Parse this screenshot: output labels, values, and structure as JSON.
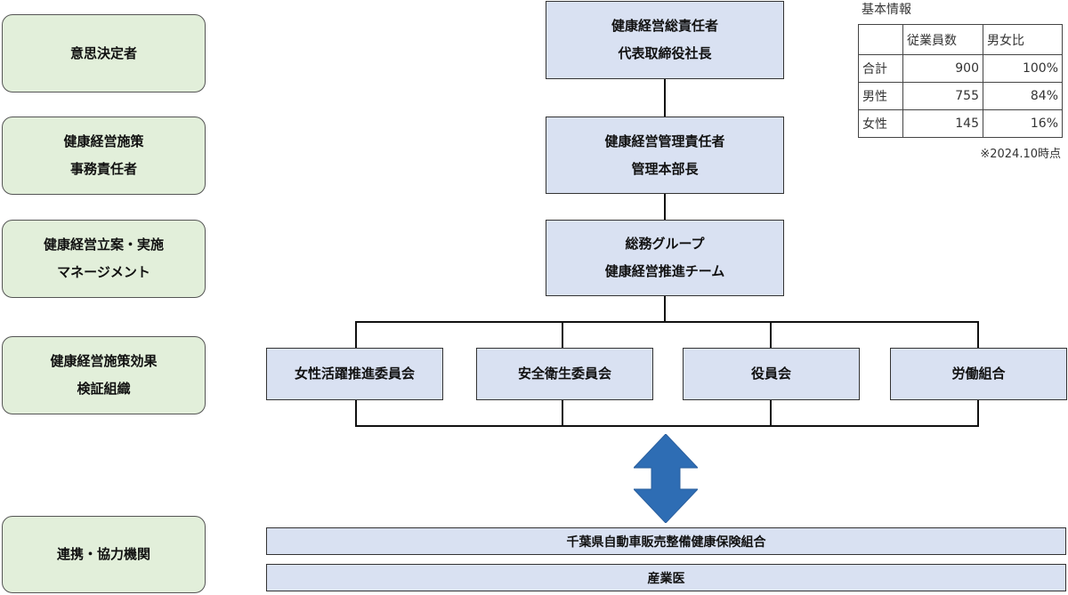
{
  "roles": [
    {
      "lines": [
        "意思決定者"
      ]
    },
    {
      "lines": [
        "健康経営施策",
        "事務責任者"
      ]
    },
    {
      "lines": [
        "健康経営立案・実施",
        "マネージメント"
      ]
    },
    {
      "lines": [
        "健康経営施策効果",
        "検証組織"
      ]
    },
    {
      "lines": [
        "連携・協力機関"
      ]
    }
  ],
  "org": {
    "top": {
      "lines": [
        "健康経営総責任者",
        "代表取締役社長"
      ]
    },
    "manager": {
      "lines": [
        "健康経営管理責任者",
        "管理本部長"
      ]
    },
    "team": {
      "lines": [
        "総務グループ",
        "健康経営推進チーム"
      ]
    },
    "committees": [
      "女性活躍推進委員会",
      "安全衛生委員会",
      "役員会",
      "労働組合"
    ]
  },
  "partners": [
    "千葉県自動車販売整備健康保険組合",
    "産業医"
  ],
  "info": {
    "title": "基本情報",
    "headers": [
      "",
      "従業員数",
      "男女比"
    ],
    "rows": [
      [
        "合計",
        "900",
        "100%"
      ],
      [
        "男性",
        "755",
        "84%"
      ],
      [
        "女性",
        "145",
        "16%"
      ]
    ],
    "note": "※2024.10時点"
  },
  "colors": {
    "role_fill": "#e2efda",
    "box_fill": "#d9e1f2",
    "arrow": "#2e6db4"
  }
}
